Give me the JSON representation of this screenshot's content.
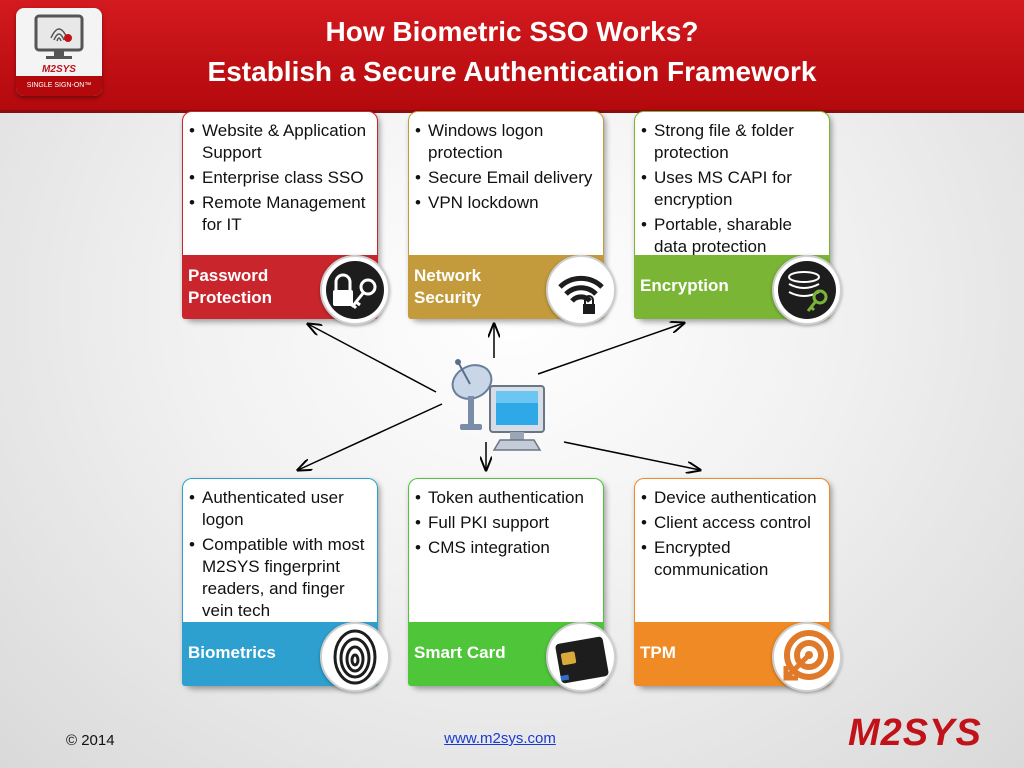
{
  "header": {
    "title_line1": "How Biometric SSO Works?",
    "title_line2": "Establish a Secure Authentication Framework",
    "color": "#c8141a"
  },
  "logo": {
    "brand": "M2SYS",
    "caption": "SINGLE SIGN-ON™"
  },
  "cards": [
    {
      "label": "Password Protection",
      "color": "#c8262c",
      "icon": "lock-key-icon",
      "bullets": [
        "Website & Application Support",
        "Enterprise class SSO",
        "Remote Management for IT"
      ]
    },
    {
      "label": "Network Security",
      "color": "#c49b3c",
      "icon": "wifi-lock-icon",
      "bullets": [
        "Windows logon protection",
        "Secure Email delivery",
        "VPN lockdown"
      ]
    },
    {
      "label": "Encryption",
      "color": "#7ab535",
      "icon": "database-key-icon",
      "bullets": [
        "Strong file & folder protection",
        "Uses MS CAPI for encryption",
        "Portable, sharable data protection"
      ]
    },
    {
      "label": "Biometrics",
      "color": "#2ea0cf",
      "icon": "fingerprint-icon",
      "bullets": [
        "Authenticated user logon",
        "Compatible with most M2SYS fingerprint readers, and finger vein tech"
      ]
    },
    {
      "label": "Smart Card",
      "color": "#4fc53a",
      "icon": "smart-card-icon",
      "bullets": [
        "Token authentication",
        "Full PKI support",
        "CMS integration"
      ]
    },
    {
      "label": "TPM",
      "color": "#f08a24",
      "icon": "target-arrow-icon",
      "bullets": [
        "Device authentication",
        "Client access control",
        "Encrypted communication"
      ]
    }
  ],
  "center": {
    "icon": "satellite-computer-icon"
  },
  "footer": {
    "copyright": "© 2014",
    "link": "www.m2sys.com",
    "brand": "M2SYS"
  }
}
